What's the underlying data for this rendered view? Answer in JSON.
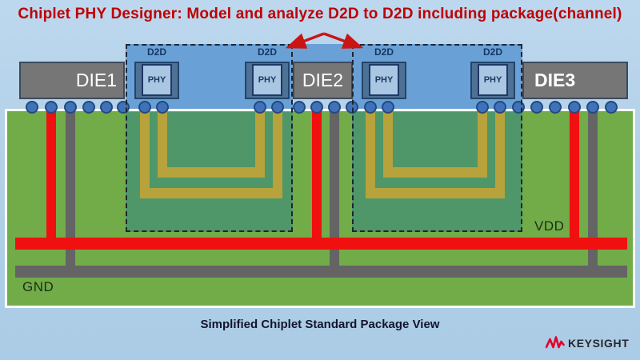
{
  "slide": {
    "title": "Chiplet PHY Designer: Model and analyze D2D to D2D including package(channel)",
    "caption": "Simplified Chiplet Standard Package View"
  },
  "dies": {
    "die1": "DIE1",
    "die2": "DIE2",
    "die3": "DIE3"
  },
  "phy": {
    "label": "PHY",
    "d2d_label": "D2D"
  },
  "power": {
    "vdd": "VDD",
    "gnd": "GND"
  },
  "logo": {
    "brand": "KEYSIGHT"
  },
  "colors": {
    "title_red": "#c00000",
    "background_blue": "#b3d1e9",
    "channel_band_blue": "#69a1d7",
    "channel_teal": "#4f9768",
    "package_green": "#71ac49",
    "die_gray": "#767676",
    "phy_container_blue": "#4e7196",
    "phy_square_blue": "#a9c7e2",
    "bump_blue": "#3f72b8",
    "trace_yellow": "#b7a23c",
    "vdd_red": "#f01010",
    "gnd_gray": "#646464",
    "keysight_spark_red": "#e4002b"
  }
}
